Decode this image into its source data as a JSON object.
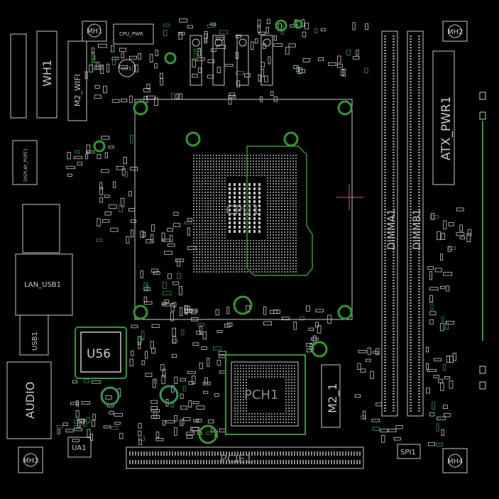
{
  "colors": {
    "background": "#000000",
    "silkscreen": "#c8c8c8",
    "silk_dim": "#8a8a8a",
    "copper": "#2f9a2f",
    "copper_bright": "#3fbf3f",
    "pad_teal": "#3b8f9a"
  },
  "labels": {
    "wh1": "WH1",
    "m2_wifi": "M2_WIFI",
    "cpu_pwr": "CPU_PWR",
    "uv1": "UV1",
    "display_port": "DISPLAY_PORT1",
    "lan_usb": "LAN_USB1",
    "usb": "USB1",
    "u56": "U56",
    "audio": "AUDIO",
    "ua1": "UA1",
    "mh1": "MH1",
    "mh2": "MH2",
    "mh3": "MH3",
    "mh4": "MH4",
    "cpu1": "CPU1",
    "pch1": "PCH1",
    "m2_1": "M2_1",
    "dimma1": "DIMMA1",
    "dimmb1": "DIMMB1",
    "atx_pwr1": "ATX_PWR1",
    "spi1": "SPI1",
    "pcie1": "PCIE1"
  }
}
